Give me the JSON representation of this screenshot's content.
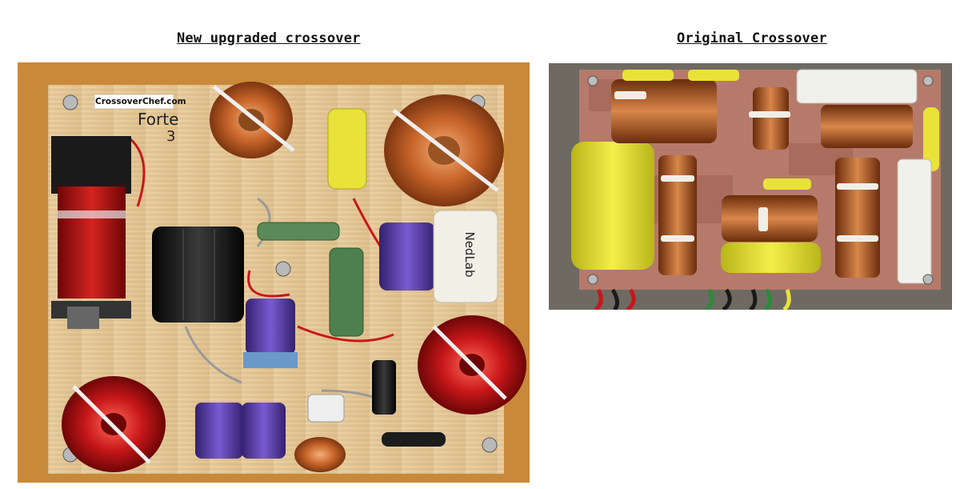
{
  "captions": {
    "left": "New upgraded crossover",
    "right": "Original Crossover"
  },
  "watermark": "CrossoverChef.com",
  "board_handwriting": {
    "line1": "Forte",
    "line2": "3"
  },
  "component_labels": {
    "nedlab": "NedLab"
  },
  "colors": {
    "wood_board": "#e4c89a",
    "copper_coil": "#c8652a",
    "red_coil": "#c8171a",
    "purple_cap": "#5b3fa8",
    "yellow_cap": "#e8e23a",
    "black_cap": "#1a1a1a",
    "pcb": "#b57a6a"
  }
}
